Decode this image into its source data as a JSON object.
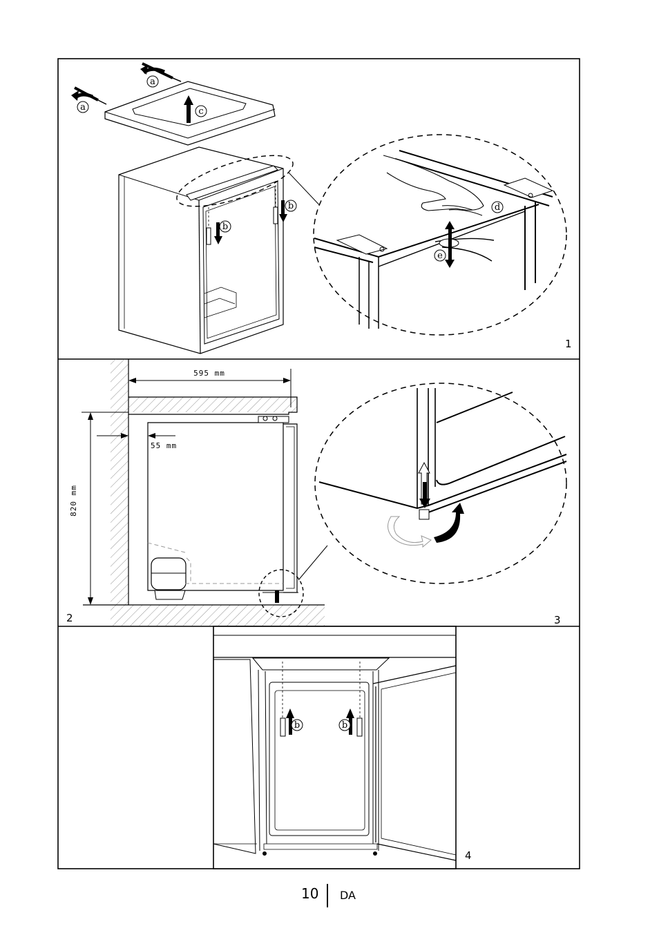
{
  "panels": {
    "p1": {
      "number": "1",
      "callouts": {
        "a1": "a",
        "a2": "a",
        "c": "c",
        "b1": "b",
        "b2": "b",
        "d": "d",
        "e": "e"
      }
    },
    "p2": {
      "number": "2",
      "dims": {
        "width": "595 mm",
        "gap": "55 mm",
        "height": "820 mm"
      }
    },
    "p3": {
      "number": "3"
    },
    "p4": {
      "number": "4",
      "callouts": {
        "b1": "b",
        "b2": "b"
      }
    }
  },
  "footer": {
    "page_number": "10",
    "language": "DA"
  }
}
